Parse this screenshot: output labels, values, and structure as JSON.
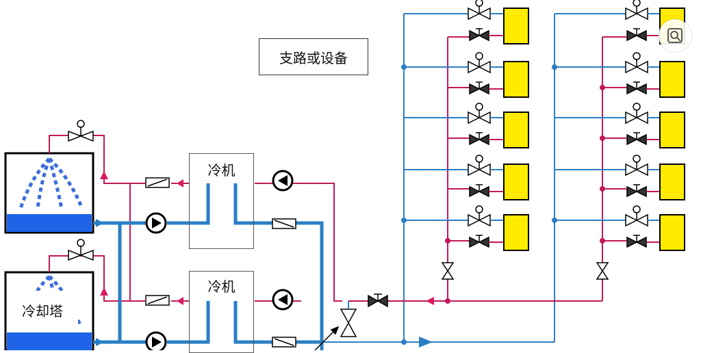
{
  "labels": {
    "branch": "支路或设备",
    "chiller": "冷机",
    "tower": "冷却塔"
  },
  "icons": {
    "zoom": "zoom-icon"
  },
  "colors": {
    "supply": "#2a7fc4",
    "return": "#c2185b",
    "water": "#1e63e8",
    "equipment": "#ffeb00"
  }
}
